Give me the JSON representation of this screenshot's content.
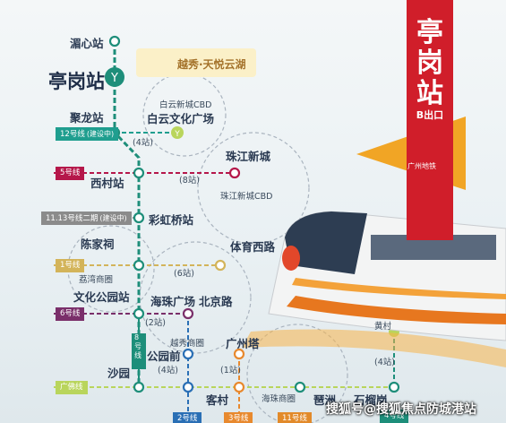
{
  "stations": {
    "liangxin": "湄心站",
    "tinggang": "亭岗站",
    "julong": "聚龙站",
    "baiyun": "白云文化广场",
    "xicun": "西村站",
    "caihongqiao": "彩虹桥站",
    "chenjiaci": "陈家祠",
    "wenhua": "文化公园站",
    "haizhu": "海珠广场",
    "beijinglu": "北京路",
    "gongyuanqian": "公园前",
    "guangzhouta": "广州塔",
    "shayuan": "沙园",
    "kecun": "客村",
    "zhujiang": "珠江新城",
    "tiyuxilu": "体育西路",
    "huangcun": "黄村",
    "pazhou": "琶洲",
    "shibei": "石榴岗"
  },
  "cbd_labels": {
    "baiyun_cbd": "白云新城CBD",
    "zhujiang_cbd": "珠江新城CBD"
  },
  "areas": {
    "lizhi": "荔湾商圈",
    "yuexiu": "越秀商圈",
    "haizhu": "海珠商圈"
  },
  "counts": {
    "c1": "(4站)",
    "c2": "(8站)",
    "c3": "(6站)",
    "c4": "(2站)",
    "c5": "(4站)",
    "c6": "(1站)",
    "c7": "(4站)"
  },
  "lines": {
    "l12": "12号线",
    "l12note": "(建设中)",
    "l5": "5号线",
    "l1113": "11.13号线二期",
    "l1113note": "(建设中)",
    "l1": "1号线",
    "l6": "6号线",
    "l8": "8号线",
    "lgf": "广佛线",
    "l2": "2号线",
    "l3": "3号线",
    "l11": "11号线",
    "l4": "4号线"
  },
  "project": {
    "brand": "越秀·天悦云湖"
  },
  "banner": {
    "c1": "亭",
    "c2": "岗",
    "c3": "站",
    "exit": "B出口",
    "metro": "广州地铁"
  },
  "watermark": "搜狐号@搜狐焦点防城港站",
  "colors": {
    "route": "#1e8e7a",
    "l12": "#1f9e8f",
    "l5": "#b5174a",
    "l1113": "#8b8b8b",
    "l1": "#d3b45a",
    "l6": "#7a2f6a",
    "l8": "#1d8e7a",
    "lgf": "#b9d55c",
    "l2": "#2a6fb5",
    "l3": "#e8892e",
    "l11": "#e28a2a",
    "banner": "#d01e2a",
    "gold": "#f1a525"
  }
}
